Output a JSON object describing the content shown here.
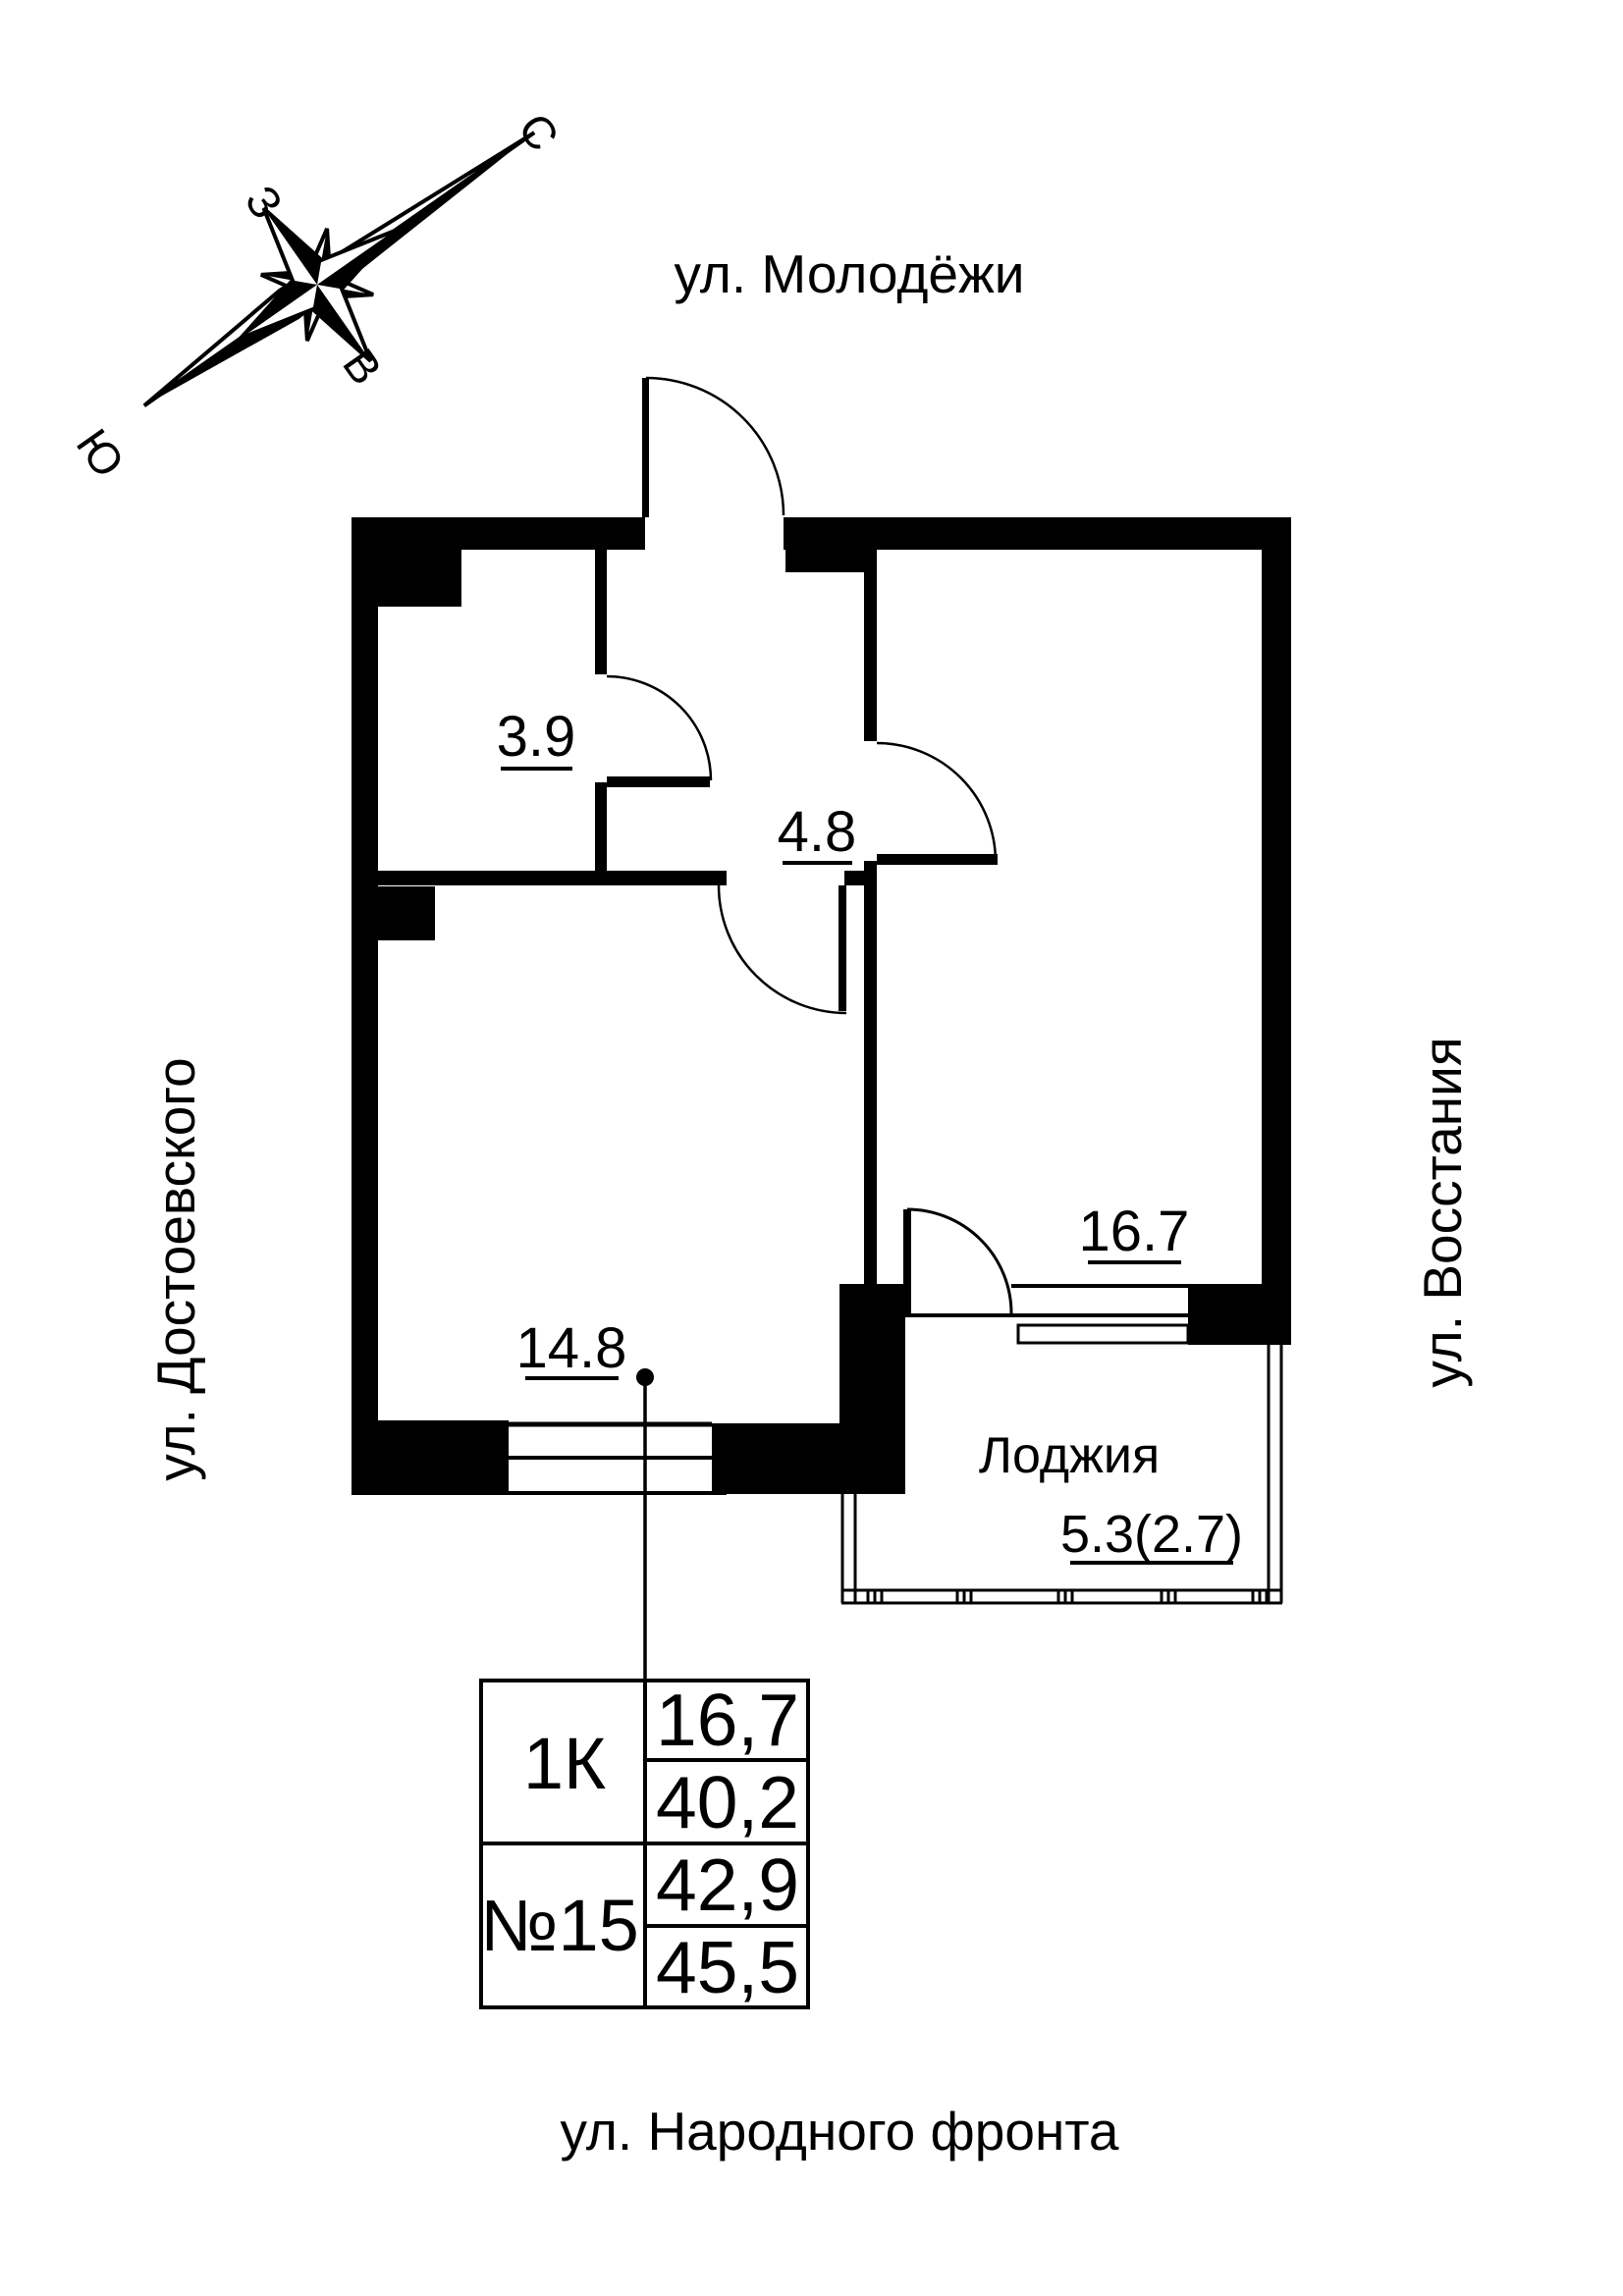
{
  "compass": {
    "north_label": "С",
    "west_label": "З",
    "east_label": "В",
    "south_label": "Ю"
  },
  "streets": {
    "top": "ул. Молодёжи",
    "left": "ул. Достоевского",
    "right": "ул. Восстания",
    "bottom": "ул. Народного фронта"
  },
  "rooms": {
    "bathroom": {
      "area": "3.9"
    },
    "hallway": {
      "area": "4.8"
    },
    "living_room": {
      "area": "16.7"
    },
    "kitchen_living": {
      "area": "14.8"
    },
    "loggia": {
      "name": "Лоджия",
      "area": "5.3(2.7)"
    }
  },
  "info_table": {
    "type": "1К",
    "number": "№15",
    "living_area": "16,7",
    "area_row2": "40,2",
    "area_row3": "42,9",
    "total_area": "45,5"
  },
  "colors": {
    "ink": "#000000",
    "paper": "#ffffff"
  }
}
